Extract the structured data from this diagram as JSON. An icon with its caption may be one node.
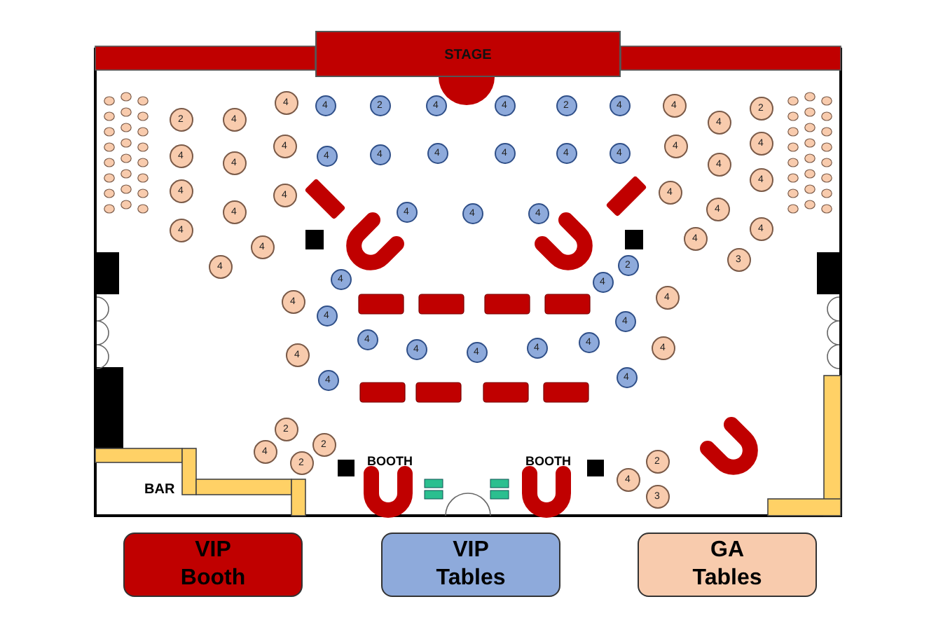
{
  "diagram": {
    "nodes": [
      {
        "text": [
          "STAGE"
        ]
      },
      {
        "text": [
          "4"
        ]
      },
      {
        "text": [
          "4"
        ]
      },
      {
        "text": [
          "2"
        ]
      },
      {
        "text": [
          "4"
        ]
      },
      {
        "text": [
          "4"
        ]
      },
      {
        "text": [
          "2"
        ]
      },
      {
        "text": [
          "4"
        ]
      },
      {
        "text": [
          "4"
        ]
      },
      {
        "text": [
          "2"
        ]
      },
      {
        "text": [
          "2"
        ]
      },
      {
        "text": [
          "4"
        ]
      },
      {
        "text": [
          "4"
        ]
      },
      {
        "text": [
          "4"
        ]
      },
      {
        "text": [
          "4"
        ]
      },
      {
        "text": [
          "4"
        ]
      },
      {
        "text": [
          "4"
        ]
      },
      {
        "text": [
          "4"
        ]
      },
      {
        "text": [
          "4"
        ]
      },
      {
        "text": [
          "4"
        ]
      },
      {
        "text": [
          "4"
        ]
      },
      {
        "text": [
          "4"
        ]
      },
      {
        "text": [
          "4"
        ]
      },
      {
        "text": [
          "4"
        ]
      },
      {
        "text": [
          "4"
        ]
      },
      {
        "text": [
          "4"
        ]
      },
      {
        "text": [
          "4"
        ]
      },
      {
        "text": [
          "4"
        ]
      },
      {
        "text": [
          "4"
        ]
      },
      {
        "text": [
          "4"
        ]
      },
      {
        "text": [
          "4"
        ]
      },
      {
        "text": [
          "4"
        ]
      },
      {
        "text": [
          "4"
        ]
      },
      {
        "text": [
          "4"
        ]
      },
      {
        "text": [
          "4"
        ]
      },
      {
        "text": [
          "4"
        ]
      },
      {
        "text": [
          "4"
        ]
      },
      {
        "text": [
          "4"
        ]
      },
      {
        "text": [
          "4"
        ]
      },
      {
        "text": [
          "4"
        ]
      },
      {
        "text": [
          "2"
        ]
      },
      {
        "text": [
          "4"
        ]
      },
      {
        "text": [
          "3"
        ]
      },
      {
        "text": [
          "4"
        ]
      },
      {
        "text": [
          "4"
        ]
      },
      {
        "text": [
          "4"
        ]
      },
      {
        "text": [
          "4"
        ]
      },
      {
        "text": [
          "4"
        ]
      },
      {
        "text": [
          "4"
        ]
      },
      {
        "text": [
          "4"
        ]
      },
      {
        "text": [
          "4"
        ]
      },
      {
        "text": [
          "4"
        ]
      },
      {
        "text": [
          "4"
        ]
      },
      {
        "text": [
          "4"
        ]
      },
      {
        "text": [
          "4"
        ]
      },
      {
        "text": [
          "4"
        ]
      },
      {
        "text": [
          "2"
        ]
      },
      {
        "text": [
          "4"
        ]
      },
      {
        "text": [
          "2"
        ]
      },
      {
        "text": [
          "2"
        ]
      },
      {
        "text": [
          "2"
        ]
      },
      {
        "text": [
          "4"
        ]
      },
      {
        "text": [
          "3"
        ]
      }
    ],
    "labels": [
      "BOOTH",
      "BOOTH",
      "BAR"
    ],
    "legend": [
      {
        "text": "VIP Booth",
        "color": "#c00000"
      },
      {
        "text": "VIP Tables",
        "color": "#8eaadb"
      },
      {
        "text": "GA Tables",
        "color": "#f8cbad"
      }
    ]
  }
}
